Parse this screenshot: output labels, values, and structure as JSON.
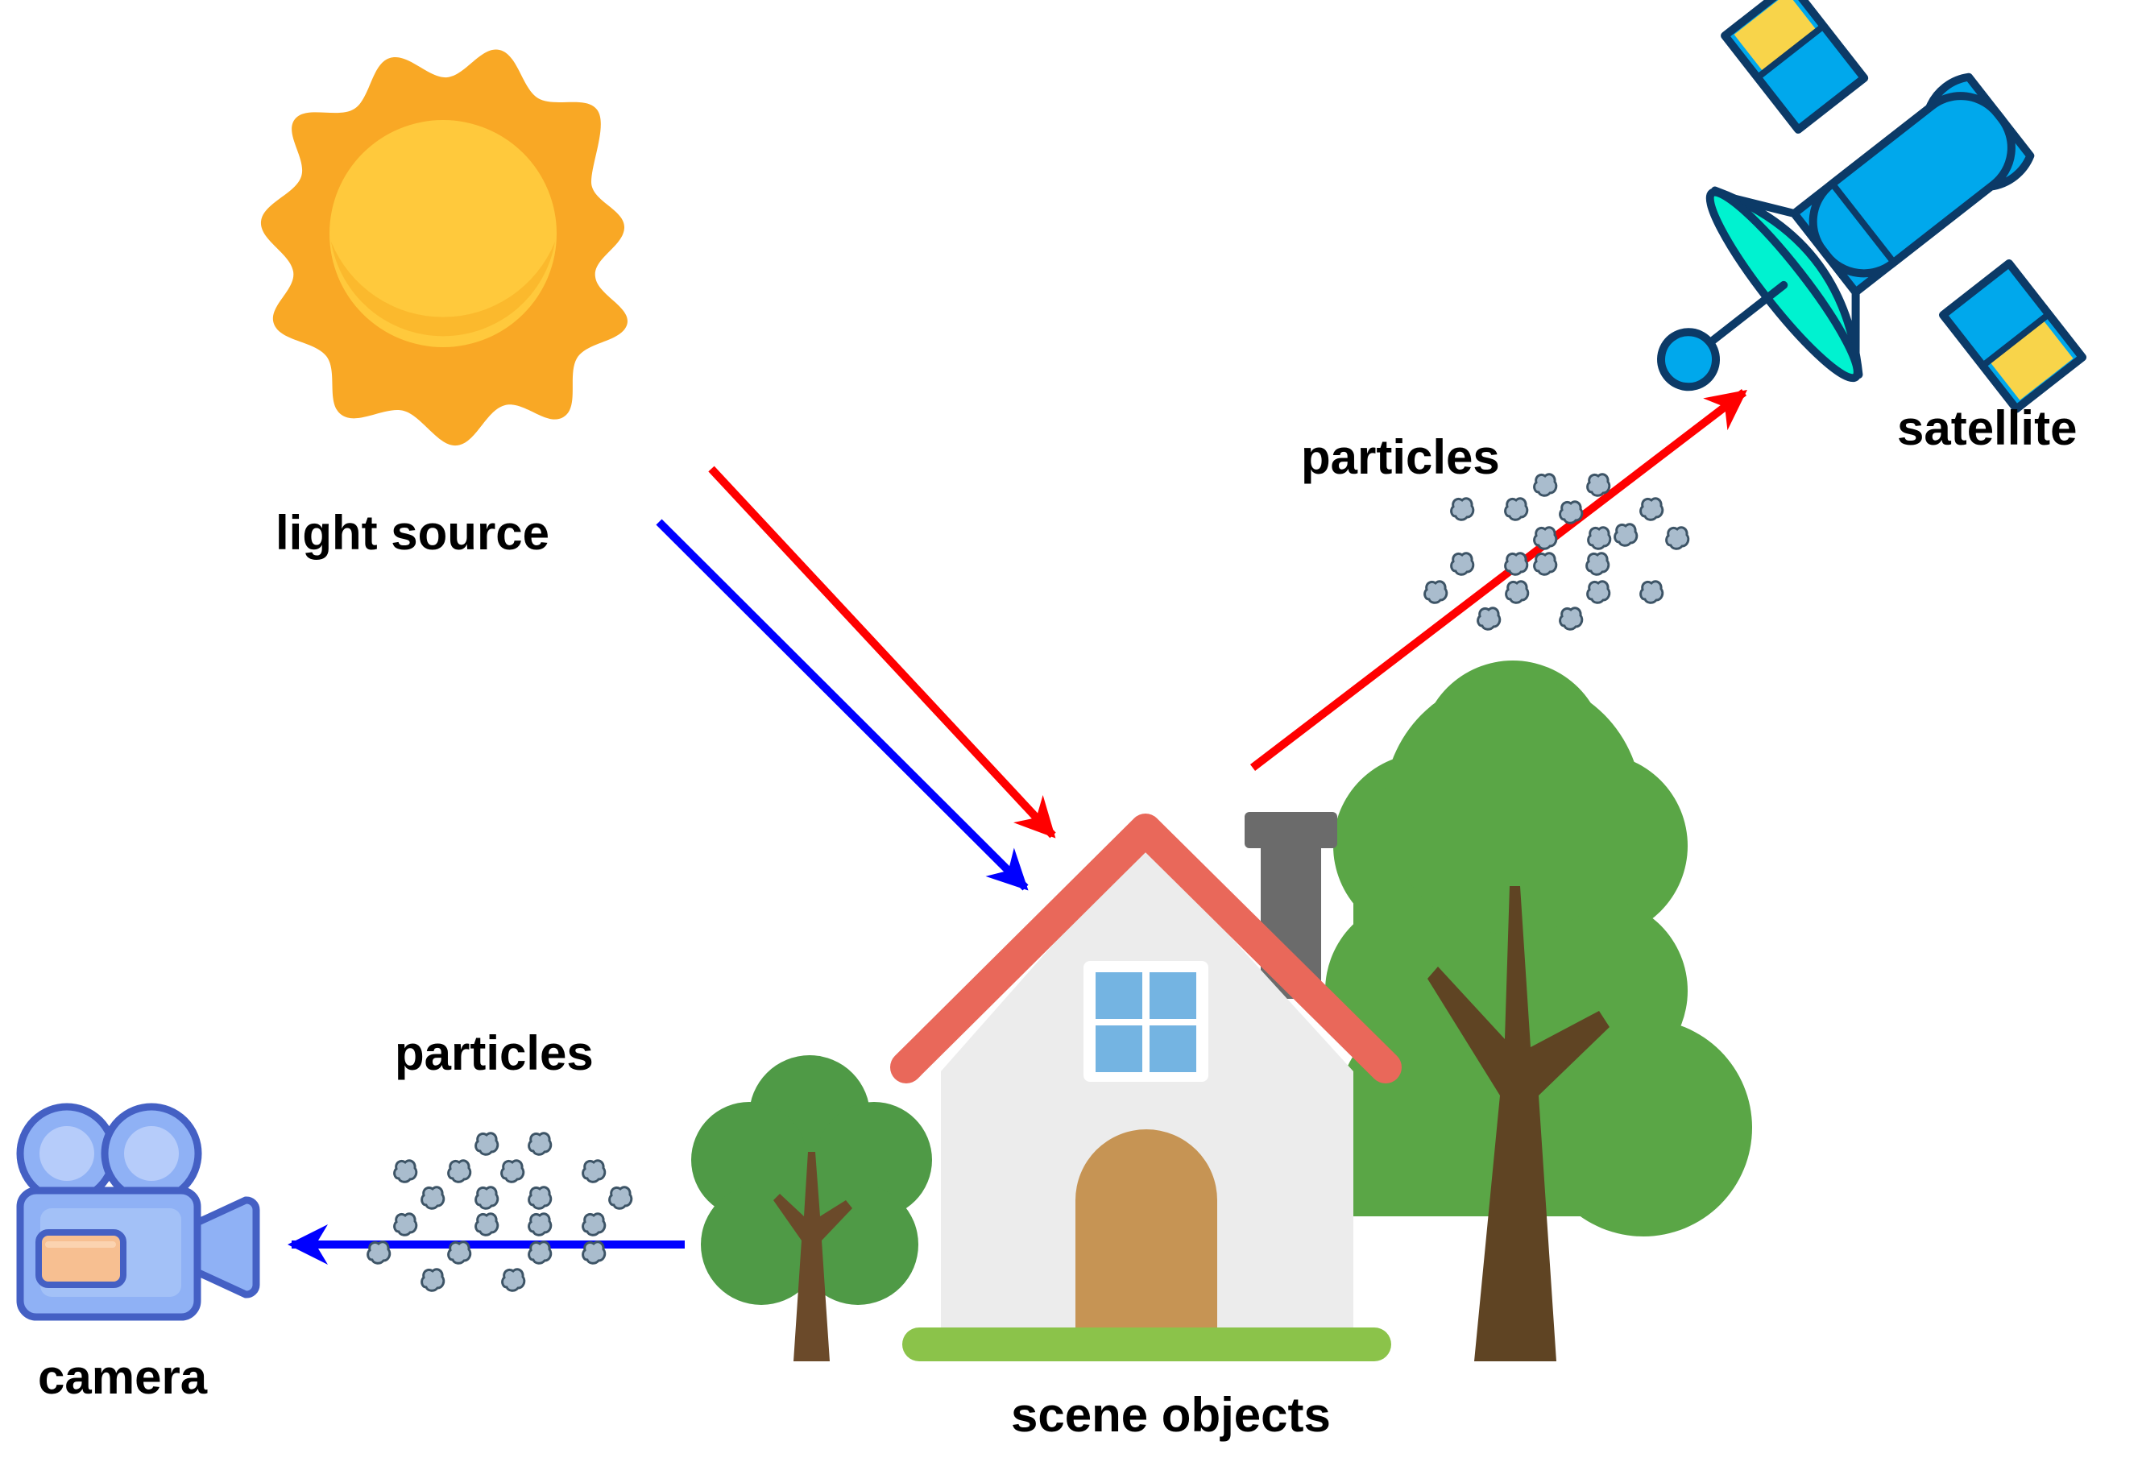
{
  "labels": {
    "light_source": "light source",
    "satellite": "satellite",
    "particles_top": "particles",
    "particles_left": "particles",
    "camera": "camera",
    "scene_objects": "scene objects"
  },
  "colors": {
    "red_ray": "#ff0000",
    "blue_ray": "#0000ff",
    "sun_outer": "#f9a825",
    "sun_inner": "#ffc93c",
    "roof": "#e9685a",
    "house_wall": "#ececec",
    "window": "#74b4e2",
    "door": "#c69454",
    "grass": "#8bc34a",
    "chimney": "#6b6b6b",
    "tree_green": "#5aa646",
    "tree_trunk": "#5f4423",
    "particle": "#a9bccd",
    "particle_outline": "#3d5466",
    "camera_body": "#8fb1f5",
    "camera_outline": "#4460c4",
    "camera_lens": "#f7bf91",
    "satellite_body": "#00a8ec",
    "satellite_dish": "#00f2d0",
    "satellite_panel": "#f8d44a",
    "satellite_outline": "#0c3a67"
  },
  "icons": [
    "sun-icon",
    "satellite-icon",
    "video-camera-icon",
    "house-icon",
    "tree-icon",
    "particle-cluster-icon"
  ]
}
